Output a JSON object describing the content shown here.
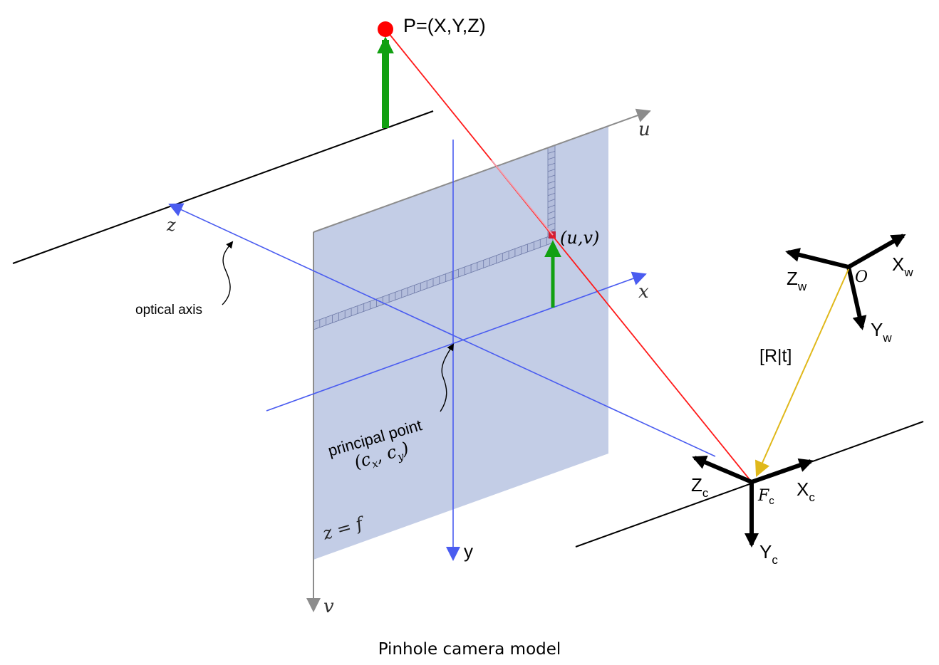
{
  "caption": "Pinhole camera model",
  "point_label": "P=(X,Y,Z)",
  "image_point_label": "(u,v)",
  "optical_axis_label": "optical axis",
  "principal_point": {
    "label": "principal point",
    "coords": "(cx, cy)",
    "open": "(",
    "c1": "c",
    "s1": "x",
    "comma": ",",
    "c2": "c",
    "s2": "y",
    "close": ")"
  },
  "plane_label": "z = f",
  "axes": {
    "u": "u",
    "v": "v",
    "x": "x",
    "y": "y",
    "z": "z"
  },
  "camera_frame": {
    "origin": "Fc",
    "origin_main": "F",
    "origin_sub": "c",
    "Z": "Z",
    "Z_sub": "c",
    "X": "X",
    "X_sub": "c",
    "Y": "Y",
    "Y_sub": "c"
  },
  "world_frame": {
    "origin": "O",
    "Z": "Z",
    "Z_sub": "w",
    "X": "X",
    "X_sub": "w",
    "Y": "Y",
    "Y_sub": "w"
  },
  "transform_label": "[R|t]",
  "colors": {
    "plane_fill": "#c3cde6",
    "blue_axis": "#4a5cf0",
    "gray_axis": "#8c8c8c",
    "ray": "#ff1a1a",
    "point": "#ff0000",
    "height_arrow": "#11a011",
    "transform": "#e0b81a",
    "frame_black": "#000000"
  }
}
